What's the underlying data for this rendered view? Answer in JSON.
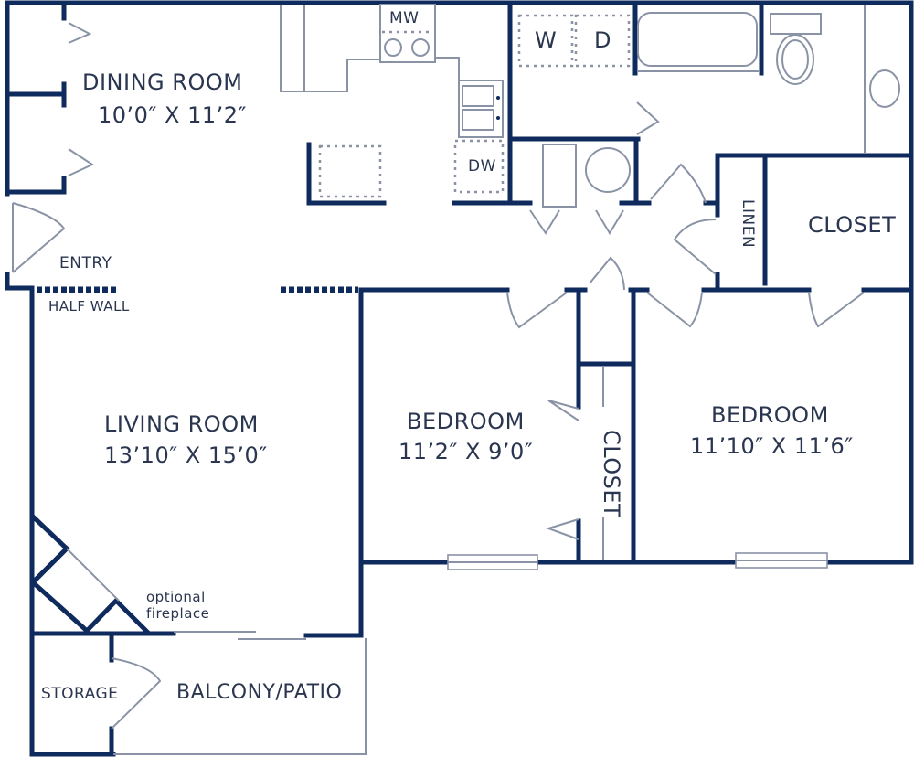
{
  "floorplan": {
    "colors": {
      "wall": "#0f2a5c",
      "fixture": "#8a93a6",
      "text": "#2a3550",
      "background": "#ffffff"
    },
    "rooms": {
      "dining": {
        "name": "DINING ROOM",
        "dims": "10’0″ X 11’2″"
      },
      "living": {
        "name": "LIVING ROOM",
        "dims": "13’10″ X 15’0″"
      },
      "bedroom1": {
        "name": "BEDROOM",
        "dims": "11’2″ X 9’0″"
      },
      "bedroom2": {
        "name": "BEDROOM",
        "dims": "11’10″ X 11’6″"
      },
      "closet_master": {
        "name": "CLOSET"
      },
      "closet_bed1": {
        "name": "CLOSET"
      },
      "linen": {
        "name": "LINEN"
      },
      "storage": {
        "name": "STORAGE"
      },
      "balcony": {
        "name": "BALCONY/PATIO"
      },
      "entry": {
        "name": "ENTRY"
      }
    },
    "annotations": {
      "half_wall": "HALF WALL",
      "fireplace_line1": "optional",
      "fireplace_line2": "fireplace"
    },
    "appliances": {
      "microwave": "MW",
      "washer": "W",
      "dryer": "D",
      "dishwasher": "DW"
    }
  }
}
